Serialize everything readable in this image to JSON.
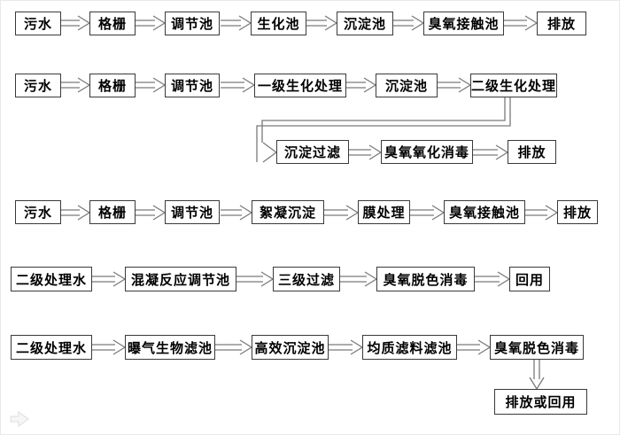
{
  "flows": [
    {
      "id": "process-1",
      "nodes": [
        "污水",
        "格栅",
        "调节池",
        "生化池",
        "沉淀池",
        "臭氧接触池",
        "排放"
      ]
    },
    {
      "id": "process-2",
      "nodes": [
        "污水",
        "格栅",
        "调节池",
        "一级生化处理",
        "沉淀池",
        "二级生化处理",
        "沉淀过滤",
        "臭氧氧化消毒",
        "排放"
      ]
    },
    {
      "id": "process-3",
      "nodes": [
        "污水",
        "格栅",
        "调节池",
        "絮凝沉淀",
        "膜处理",
        "臭氧接触池",
        "排放"
      ]
    },
    {
      "id": "process-4",
      "nodes": [
        "二级处理水",
        "混凝反应调节池",
        "三级过滤",
        "臭氧脱色消毒",
        "回用"
      ]
    },
    {
      "id": "process-5",
      "nodes": [
        "二级处理水",
        "曝气生物滤池",
        "高效沉淀池",
        "均质滤料滤池",
        "臭氧脱色消毒",
        "排放或回用"
      ]
    }
  ],
  "icons": {
    "watermark": "faint-right-arrow"
  },
  "colors": {
    "background": "#ffffff",
    "box_border": "#3a3a3a",
    "box_fill": "#ffffff",
    "text": "#000000",
    "arrow": "#7a7a7a",
    "watermark": "#dedede"
  }
}
